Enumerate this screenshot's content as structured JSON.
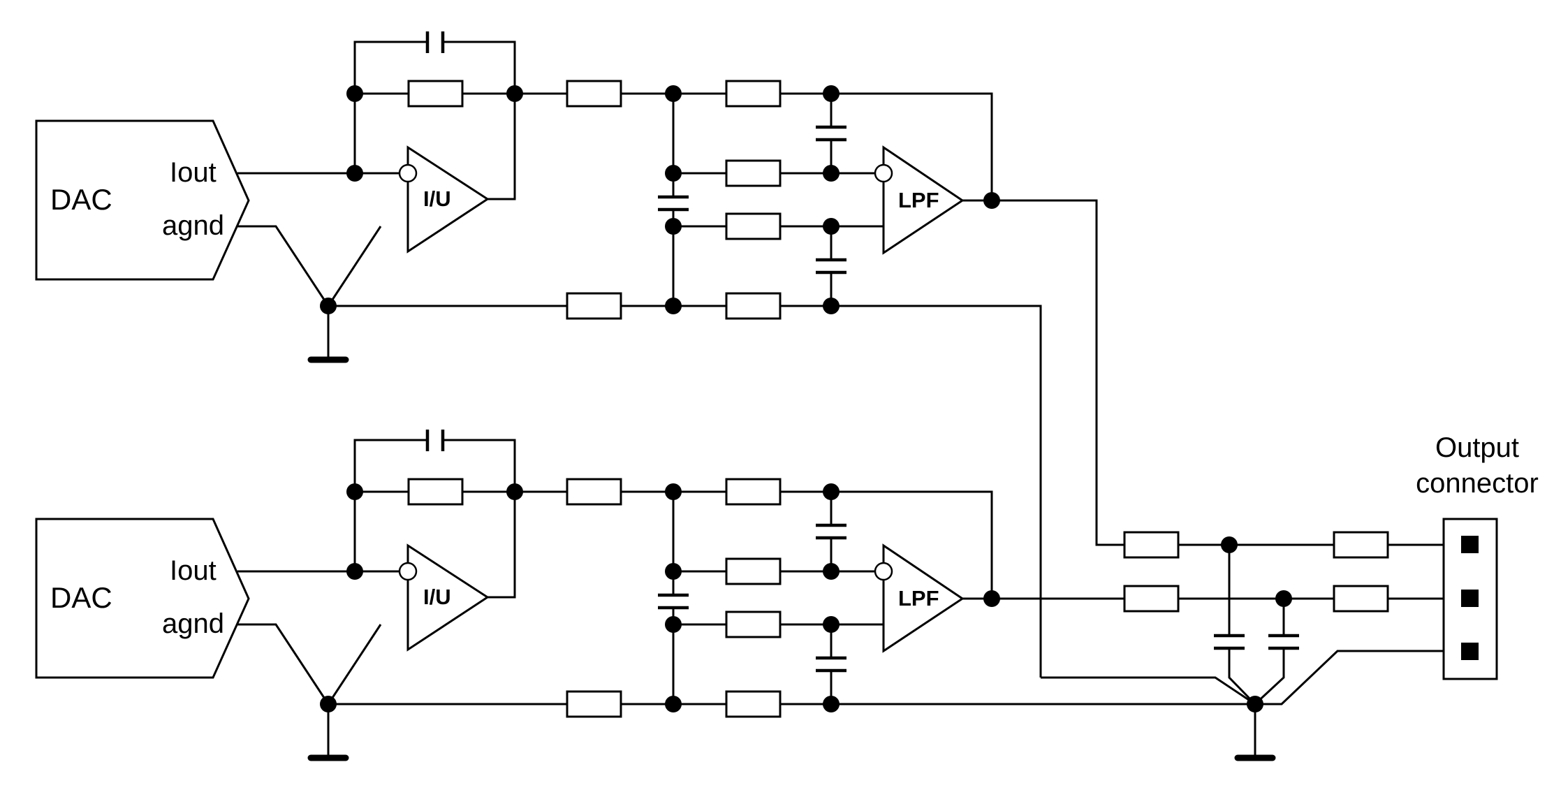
{
  "channels": [
    {
      "dac_label": "DAC",
      "iout_label": "Iout",
      "agnd_label": "agnd",
      "iu_label": "I/U",
      "lpf_label": "LPF"
    },
    {
      "dac_label": "DAC",
      "iout_label": "Iout",
      "agnd_label": "agnd",
      "iu_label": "I/U",
      "lpf_label": "LPF"
    }
  ],
  "output_connector": {
    "label_line1": "Output",
    "label_line2": "connector"
  }
}
